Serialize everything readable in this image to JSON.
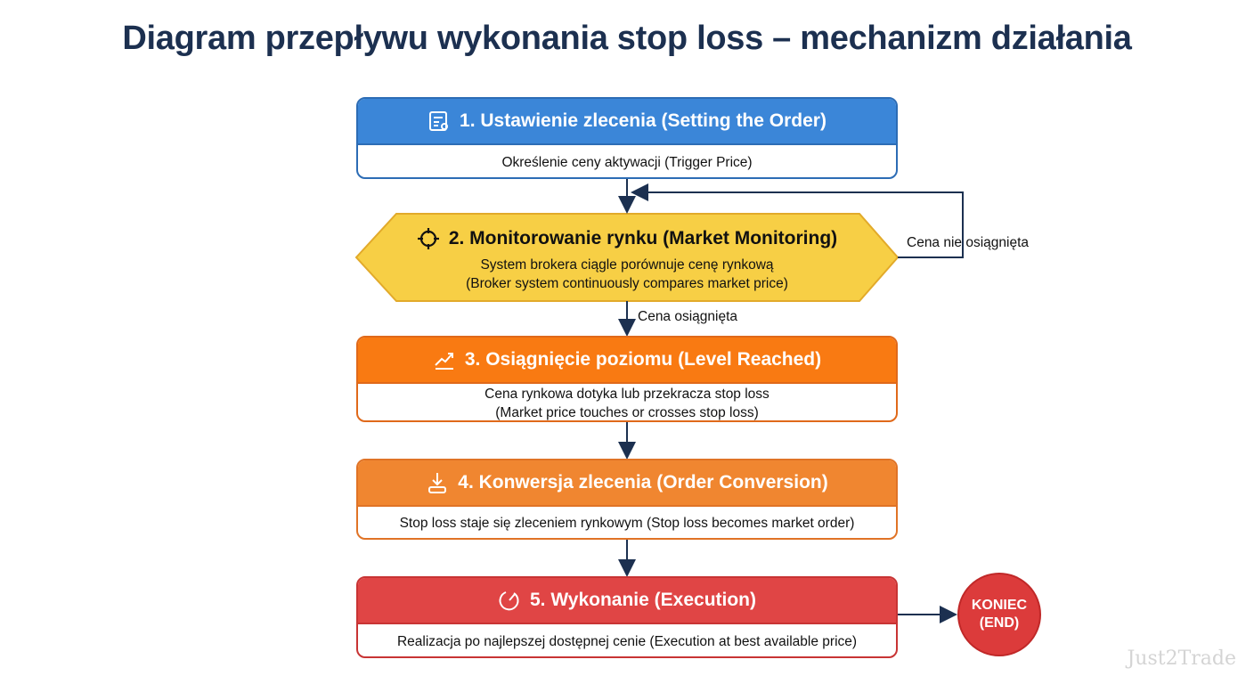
{
  "title": "Diagram przepływu wykonania stop loss – mechanizm działania",
  "steps": [
    {
      "title": "1. Ustawienie zlecenia (Setting the Order)",
      "lines": [
        "Określenie ceny aktywacji (Trigger Price)"
      ],
      "icon": "order-form-icon",
      "color": "#3b86d8"
    },
    {
      "title": "2. Monitorowanie rynku (Market Monitoring)",
      "lines": [
        "System brokera ciągle porównuje cenę rynkową",
        "(Broker system continuously compares market price)"
      ],
      "icon": "crosshair-icon",
      "color": "#f7cf45"
    },
    {
      "title": "3. Osiągnięcie poziomu (Level Reached)",
      "lines": [
        "Cena rynkowa dotyka lub przekracza stop loss",
        "(Market price touches or crosses stop loss)"
      ],
      "icon": "trend-up-icon",
      "color": "#f97a12"
    },
    {
      "title": "4. Konwersja zlecenia (Order Conversion)",
      "lines": [
        "Stop loss staje się zleceniem rynkowym (Stop loss becomes market order)"
      ],
      "icon": "download-tray-icon",
      "color": "#f08630"
    },
    {
      "title": "5. Wykonanie (Execution)",
      "lines": [
        "Realizacja po najlepszej dostępnej cenie (Execution at best available price)"
      ],
      "icon": "execution-dial-icon",
      "color": "#e04545"
    }
  ],
  "edges": {
    "not_reached": "Cena nie osiągnięta",
    "reached": "Cena osiągnięta"
  },
  "end": {
    "line1": "KONIEC",
    "line2": "(END)"
  },
  "watermark": "Just2Trade"
}
